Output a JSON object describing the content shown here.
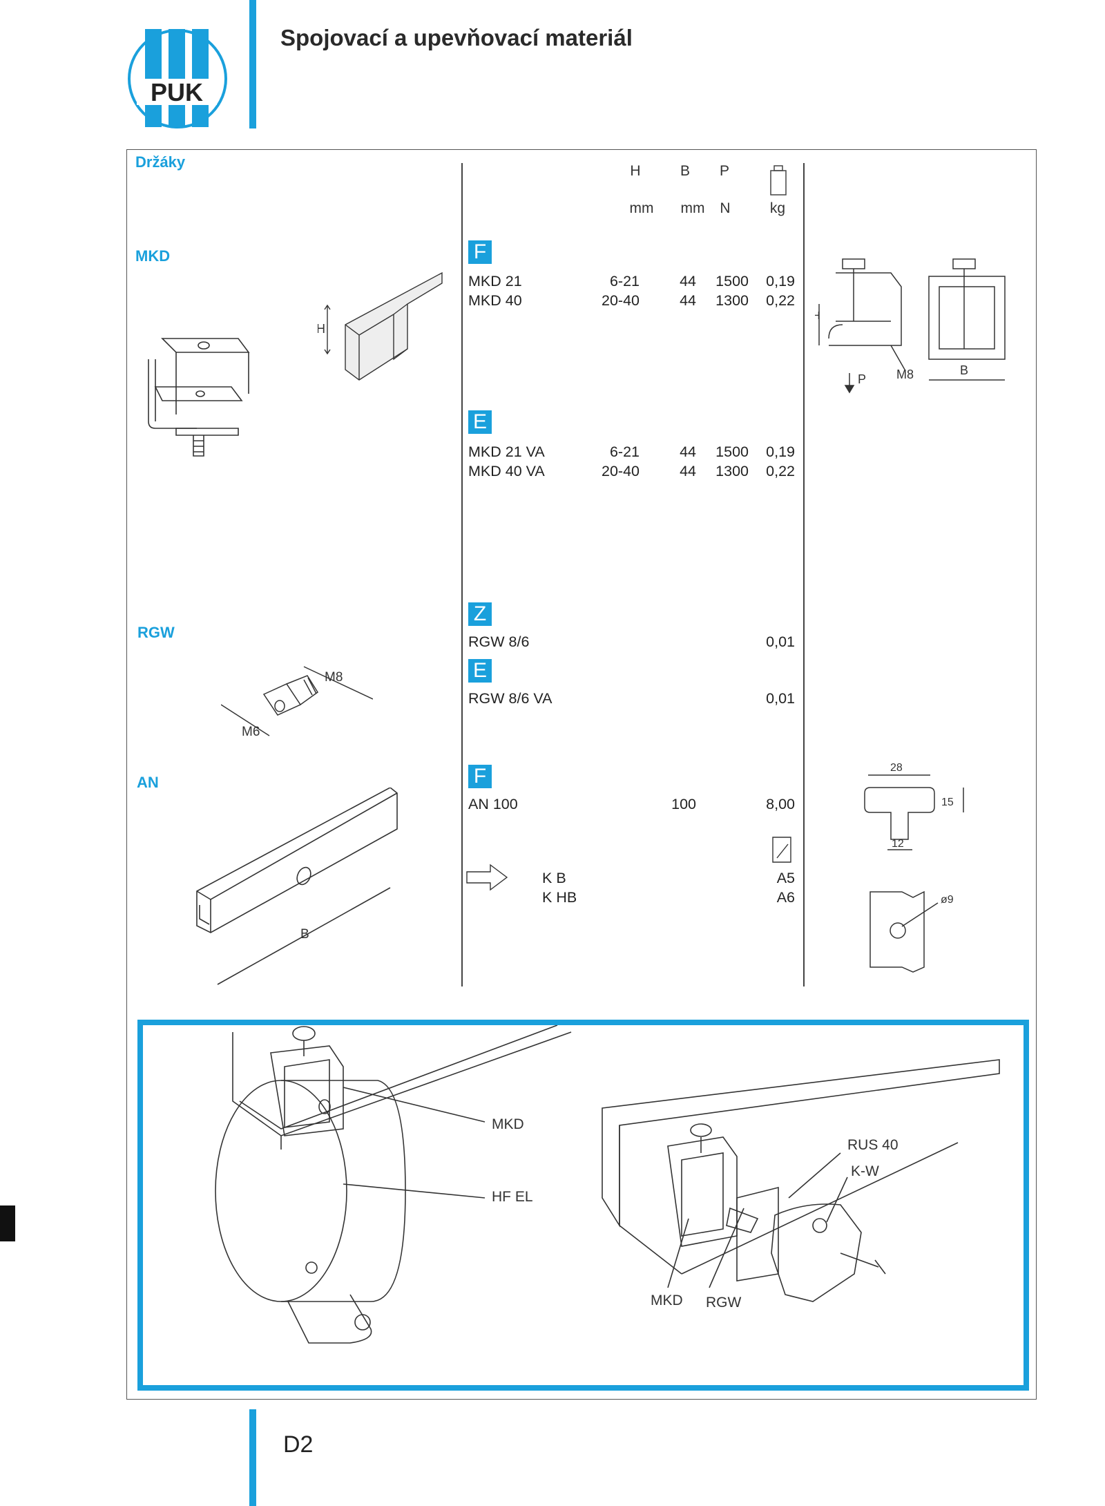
{
  "header": {
    "logo_text": "PUK",
    "title": "Spojovací a upevňovací materiál"
  },
  "category": "Držáky",
  "columns": {
    "h": "H",
    "b": "B",
    "p": "P",
    "h_unit": "mm",
    "b_unit": "mm",
    "p_unit": "N",
    "w_unit": "kg"
  },
  "sections": {
    "mkd": {
      "label": "MKD",
      "groups": [
        {
          "badge": "F",
          "rows": [
            {
              "name": "MKD 21",
              "h": "6-21",
              "b": "44",
              "p": "1500",
              "w": "0,19"
            },
            {
              "name": "MKD 40",
              "h": "20-40",
              "b": "44",
              "p": "1300",
              "w": "0,22"
            }
          ]
        },
        {
          "badge": "E",
          "rows": [
            {
              "name": "MKD 21 VA",
              "h": "6-21",
              "b": "44",
              "p": "1500",
              "w": "0,19"
            },
            {
              "name": "MKD 40 VA",
              "h": "20-40",
              "b": "44",
              "p": "1300",
              "w": "0,22"
            }
          ]
        }
      ]
    },
    "rgw": {
      "label": "RGW",
      "groups": [
        {
          "badge": "Z",
          "rows": [
            {
              "name": "RGW 8/6",
              "w": "0,01"
            }
          ]
        },
        {
          "badge": "E",
          "rows": [
            {
              "name": "RGW 8/6 VA",
              "w": "0,01"
            }
          ]
        }
      ]
    },
    "an": {
      "label": "AN",
      "groups": [
        {
          "badge": "F",
          "rows": [
            {
              "name": "AN 100",
              "b": "100",
              "w": "8,00"
            }
          ]
        }
      ],
      "refs": [
        {
          "name": "K B",
          "page": "A5"
        },
        {
          "name": "K HB",
          "page": "A6"
        }
      ]
    }
  },
  "drawing_labels": {
    "mkd_profile_h": "H",
    "mkd_side_h": "H",
    "mkd_m8": "M8",
    "mkd_p": "P",
    "mkd_b": "B",
    "rgw_m8": "M8",
    "rgw_m6": "M6",
    "an_b": "B",
    "an_w28": "28",
    "an_h15": "15",
    "an_w12": "12",
    "an_d9": "ø9"
  },
  "example": {
    "mkd_left": "MKD",
    "hf_el": "HF  EL",
    "rus40": "RUS 40",
    "kw": "K-W",
    "mkd_right": "MKD",
    "rgw": "RGW"
  },
  "page_number": "D2",
  "colors": {
    "accent": "#1aa0dc",
    "text": "#222222",
    "line": "#444444"
  }
}
